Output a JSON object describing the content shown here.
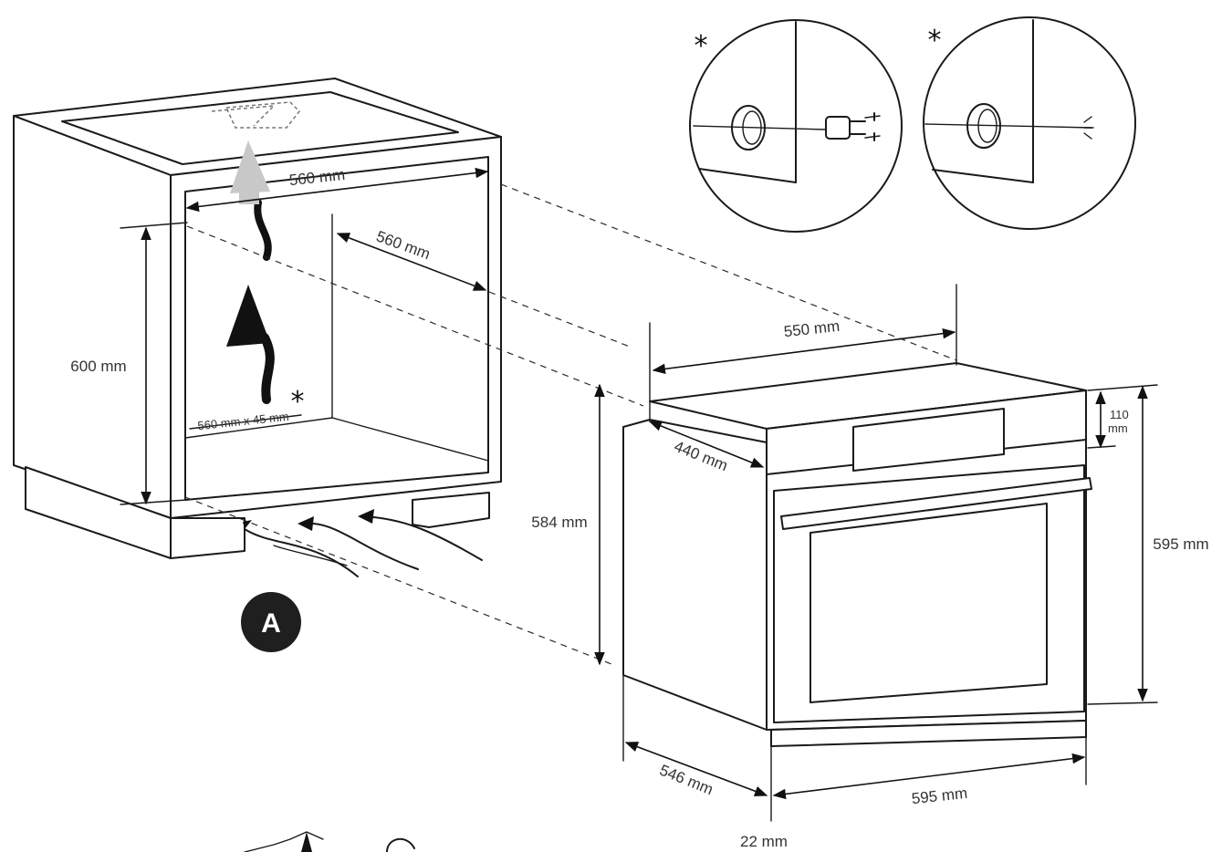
{
  "dimensions": {
    "cabinet_width": "560 mm",
    "cabinet_depth": "560 mm",
    "cabinet_height": "600 mm",
    "vent_opening": "560 mm x 45 mm",
    "oven_body_width": "550 mm",
    "oven_depth_side": "440 mm",
    "oven_body_height": "584 mm",
    "panel_height_value": "110",
    "panel_height_unit": "mm",
    "oven_front_height": "595 mm",
    "oven_total_depth": "546 mm",
    "oven_front_width": "595 mm",
    "front_overhang": "22 mm"
  },
  "markers": {
    "asterisk": "*",
    "section_label": "A"
  },
  "colors": {
    "line": "#1a1a1a",
    "marker_fill": "#1f1f1f",
    "airflow_light": "#c8c8c8"
  }
}
